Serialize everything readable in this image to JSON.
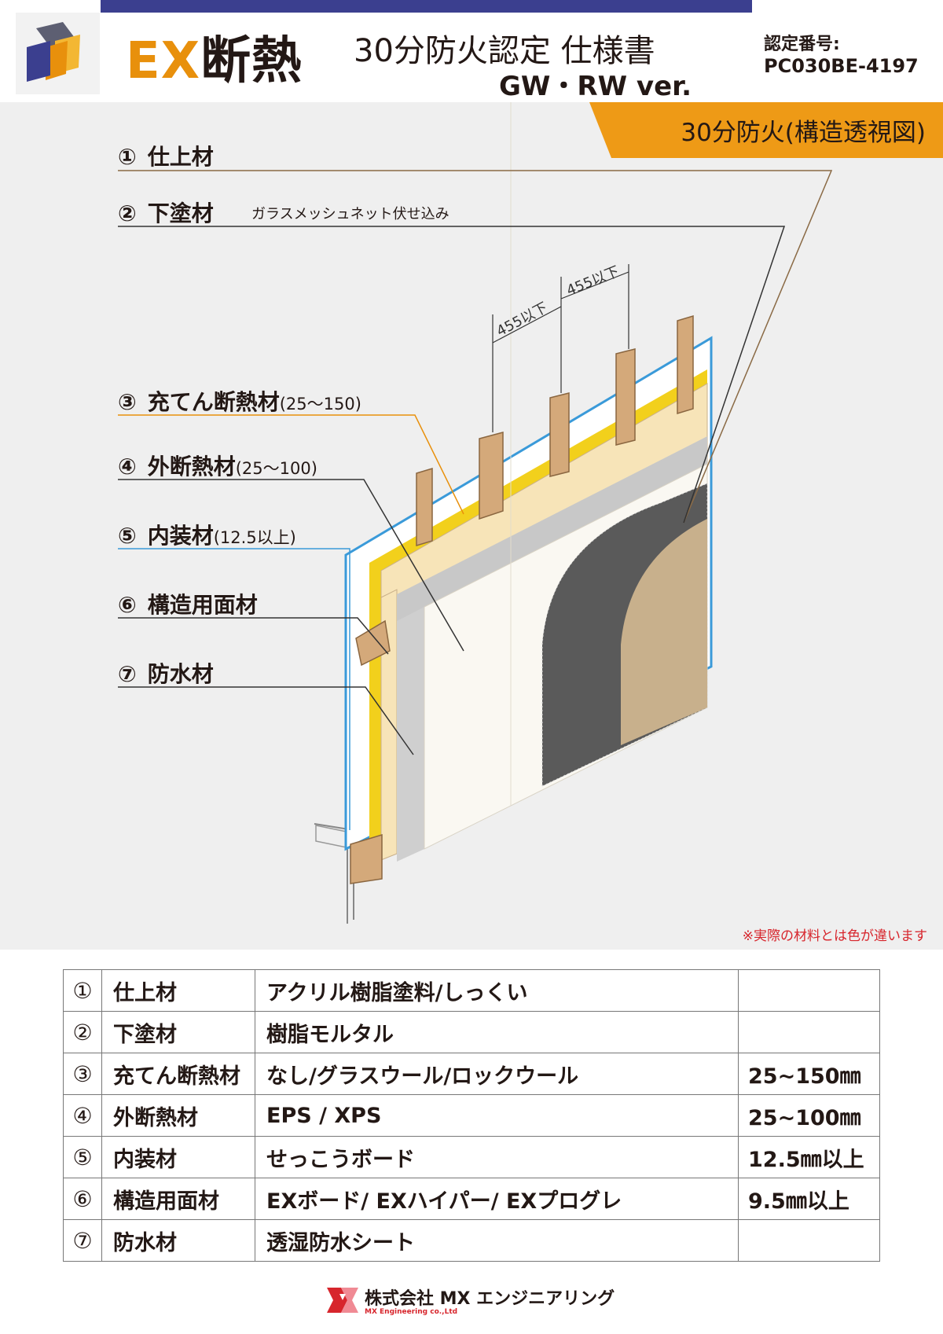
{
  "header": {
    "brand_ex": "EX",
    "brand_rest": "断熱",
    "doc_title": "30分防火認定 仕様書",
    "doc_sub": "GW・RW ver.",
    "cert_label": "認定番号:",
    "cert_number": "PC030BE-4197"
  },
  "figure": {
    "badge": "30分防火(構造透視図)",
    "spacing_1": "455以下",
    "spacing_2": "455以下",
    "labels": [
      {
        "num": "①",
        "name": "仕上材",
        "dim": ""
      },
      {
        "num": "②",
        "name": "下塗材",
        "dim": ""
      },
      {
        "num": "③",
        "name": "充てん断熱材",
        "dim": "(25〜150)"
      },
      {
        "num": "④",
        "name": "外断熱材",
        "dim": "(25〜100)"
      },
      {
        "num": "⑤",
        "name": "内装材",
        "dim": "(12.5以上)"
      },
      {
        "num": "⑥",
        "name": "構造用面材",
        "dim": ""
      },
      {
        "num": "⑦",
        "name": "防水材",
        "dim": ""
      }
    ],
    "label_2_note": "ガラスメッシュネット伏せ込み",
    "color_note": "※実際の材料とは色が違います"
  },
  "spec_table": [
    {
      "num": "①",
      "name": "仕上材",
      "material": "アクリル樹脂塗料/しっくい",
      "dimension": ""
    },
    {
      "num": "②",
      "name": "下塗材",
      "material": "樹脂モルタル",
      "dimension": ""
    },
    {
      "num": "③",
      "name": "充てん断熱材",
      "material": "なし/グラスウール/ロックウール",
      "dimension": "25~150㎜"
    },
    {
      "num": "④",
      "name": "外断熱材",
      "material": "EPS / XPS",
      "dimension": "25~100㎜"
    },
    {
      "num": "⑤",
      "name": "内装材",
      "material": "せっこうボード",
      "dimension": "12.5㎜以上"
    },
    {
      "num": "⑥",
      "name": "構造用面材",
      "material": "EXボード/ EXハイパー/ EXプログレ",
      "dimension": "9.5㎜以上"
    },
    {
      "num": "⑦",
      "name": "防水材",
      "material": "透湿防水シート",
      "dimension": ""
    }
  ],
  "footer": {
    "company": "株式会社 MX エンジニアリング",
    "company_en": "MX Engineering co.,Ltd"
  },
  "colors": {
    "accent_orange": "#e8900c",
    "header_bar": "#3b3f8f",
    "insulation_yellow": "#f2d01c",
    "note_red": "#d7252c"
  }
}
